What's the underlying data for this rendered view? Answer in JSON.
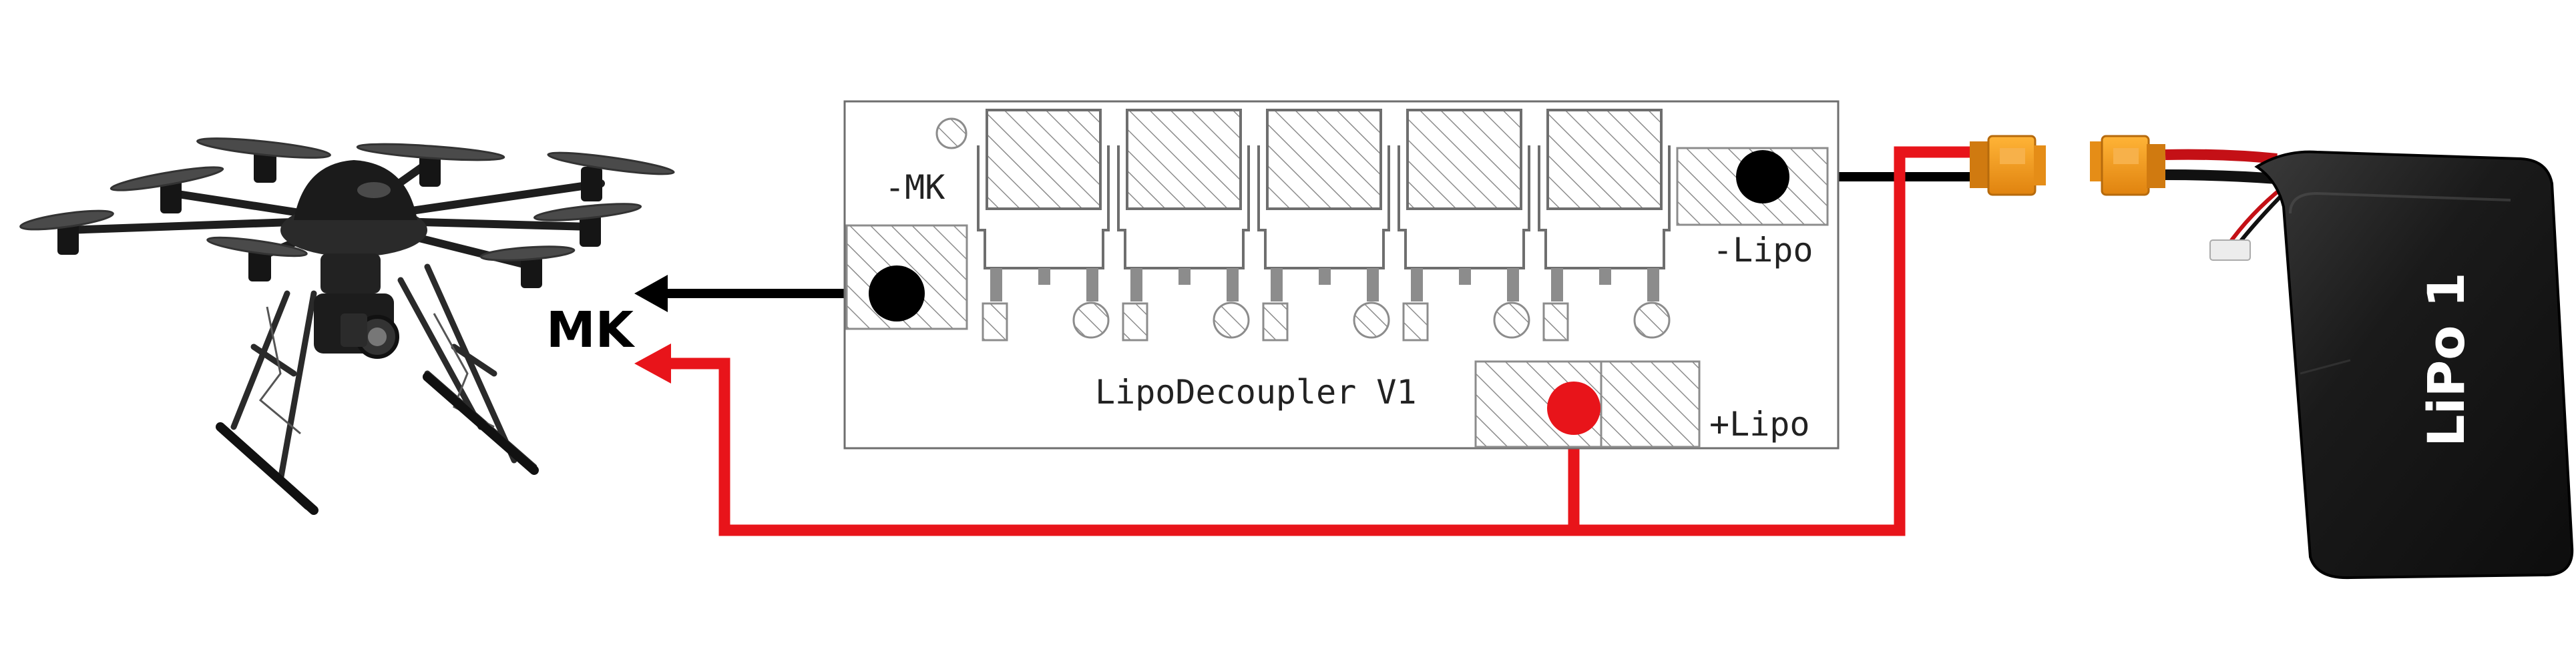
{
  "labels": {
    "mk_target": "MK",
    "minus_mk": "-MK",
    "minus_lipo": "-Lipo",
    "plus_lipo": "+Lipo",
    "board_title": "LipoDecoupler V1",
    "battery": "LiPo 1"
  },
  "colors": {
    "positive_wire": "#e8141a",
    "negative_wire": "#000000",
    "connector": "#f39a1c",
    "board_outline": "#6e6e6e",
    "hatch": "#8c8c8c",
    "battery_body": "#1b1b1b",
    "drone_frame": "#2a2a2a"
  },
  "icons": {
    "drone": "hexacopter-drone-image",
    "battery": "lipo-battery-image",
    "connector": "xt60-connector-icon"
  }
}
